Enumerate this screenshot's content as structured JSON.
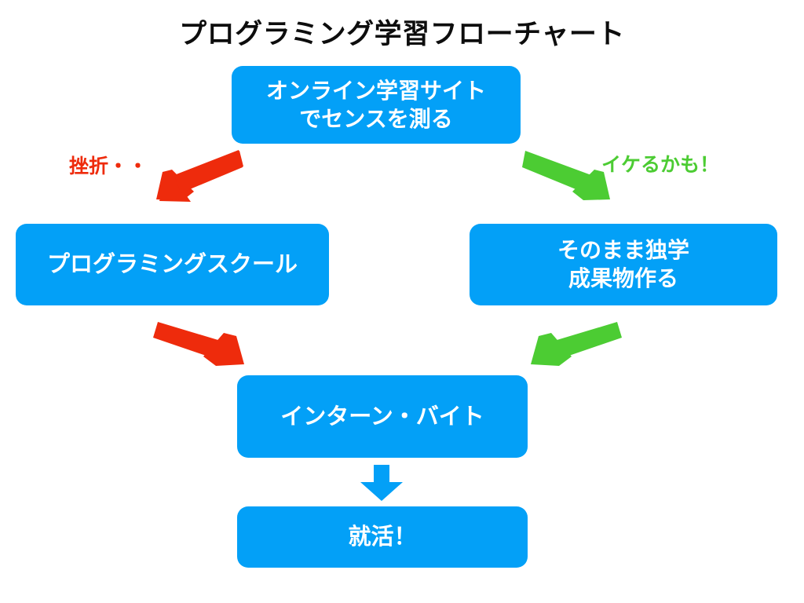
{
  "page": {
    "title": "プログラミング学習フローチャート",
    "background_color": "#ffffff"
  },
  "colors": {
    "node_blue": "#03a0f7",
    "arrow_red": "#ee2b0c",
    "arrow_green": "#4ccc33",
    "arrow_blue": "#03a0f7",
    "title_text": "#0d0d0d",
    "node_text": "#ffffff"
  },
  "nodes": {
    "online": {
      "line1": "オンライン学習サイト",
      "line2": "でセンスを測る"
    },
    "school": {
      "line1": "プログラミングスクール"
    },
    "self_study": {
      "line1": "そのまま独学",
      "line2": "成果物作る"
    },
    "intern": {
      "line1": "インターン・バイト"
    },
    "job_hunt": {
      "line1": "就活！"
    }
  },
  "edge_labels": {
    "setback": "挫折・・",
    "ikeru": "イケるかも！"
  },
  "chart_data": {
    "type": "diagram",
    "title": "プログラミング学習フローチャート",
    "nodes": [
      {
        "id": "online",
        "label": "オンライン学習サイトでセンスを測る",
        "color": "#03a0f7"
      },
      {
        "id": "school",
        "label": "プログラミングスクール",
        "color": "#03a0f7"
      },
      {
        "id": "self_study",
        "label": "そのまま独学 成果物作る",
        "color": "#03a0f7"
      },
      {
        "id": "intern",
        "label": "インターン・バイト",
        "color": "#03a0f7"
      },
      {
        "id": "job_hunt",
        "label": "就活！",
        "color": "#03a0f7"
      }
    ],
    "edges": [
      {
        "from": "online",
        "to": "school",
        "label": "挫折・・",
        "color": "#ee2b0c"
      },
      {
        "from": "online",
        "to": "self_study",
        "label": "イケるかも！",
        "color": "#4ccc33"
      },
      {
        "from": "school",
        "to": "intern",
        "label": "",
        "color": "#ee2b0c"
      },
      {
        "from": "self_study",
        "to": "intern",
        "label": "",
        "color": "#4ccc33"
      },
      {
        "from": "intern",
        "to": "job_hunt",
        "label": "",
        "color": "#03a0f7"
      }
    ]
  }
}
